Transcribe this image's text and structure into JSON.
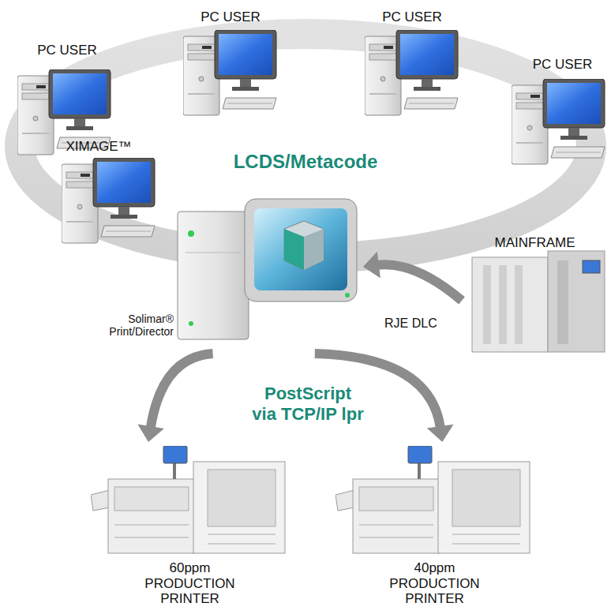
{
  "diagram": {
    "nodes": [
      {
        "text": [
          "PC USER"
        ]
      },
      {
        "text": [
          "PC USER"
        ]
      },
      {
        "text": [
          "PC USER"
        ]
      },
      {
        "text": [
          "PC USER"
        ]
      },
      {
        "text": [
          "LCDS/Metacode"
        ]
      },
      {
        "text": [
          "XIMAGE™"
        ]
      },
      {
        "text": [
          "MAINFRAME"
        ]
      },
      {
        "text": [
          "Solimar® Print/Director"
        ]
      },
      {
        "text": [
          "60ppm PRODUCTION PRINTER"
        ]
      },
      {
        "text": [
          "40ppm PRODUCTION PRINTER"
        ]
      }
    ],
    "edges": [
      {
        "from": 6,
        "to": 7,
        "arrow": "to",
        "label": "RJE DLC"
      },
      {
        "from": 7,
        "to": 8,
        "arrow": "to"
      },
      {
        "from": 7,
        "to": 9,
        "arrow": "to"
      }
    ],
    "labels": [
      "PostScript via TCP/IP lpr"
    ]
  }
}
